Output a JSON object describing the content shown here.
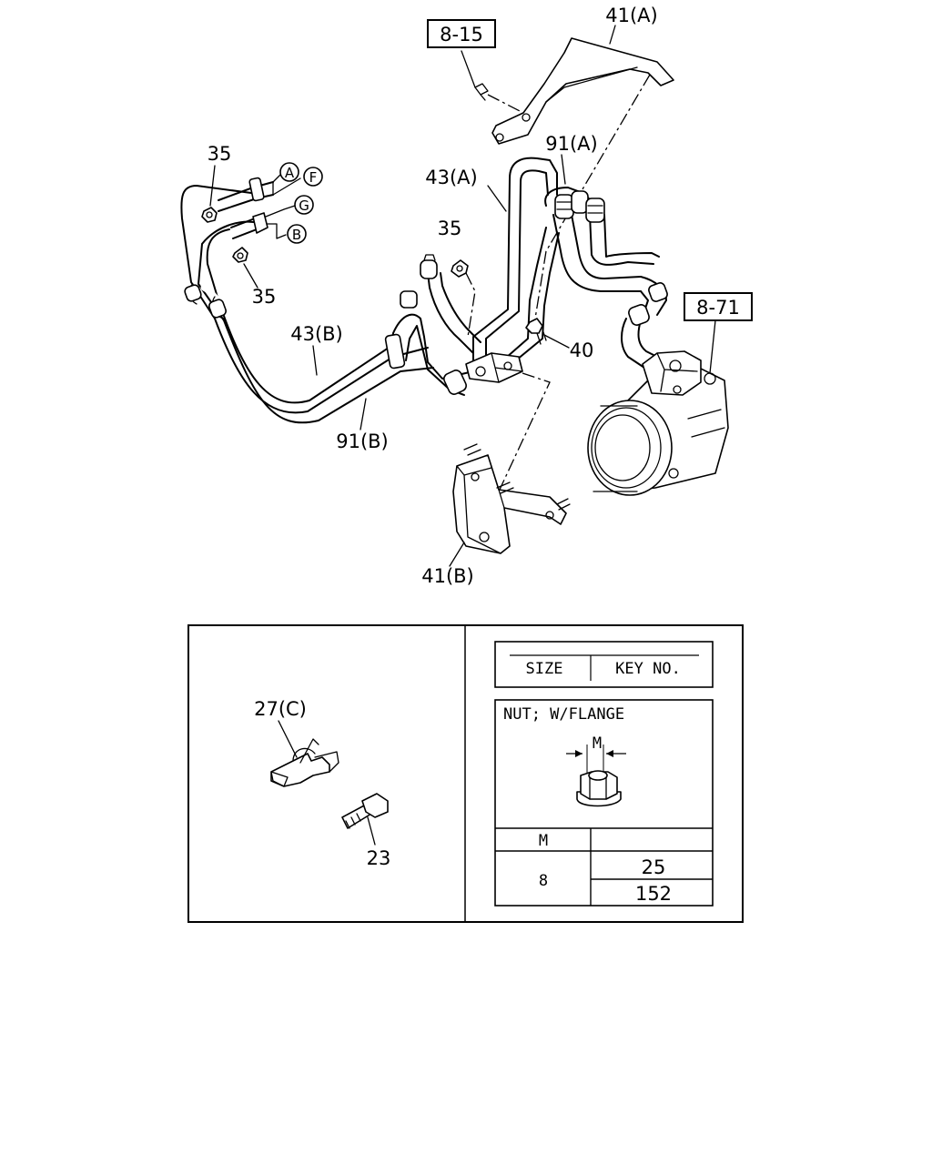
{
  "callouts": {
    "ref_8_15": "8-15",
    "ref_8_71": "8-71",
    "part_41a": "41(A)",
    "part_41b": "41(B)",
    "part_43a": "43(A)",
    "part_43b": "43(B)",
    "part_91a": "91(A)",
    "part_91b": "91(B)",
    "part_35_top": "35",
    "part_35_mid": "35",
    "part_35_low": "35",
    "part_40": "40",
    "part_27c": "27(C)",
    "part_23": "23"
  },
  "connectors": {
    "a": "A",
    "f": "F",
    "g": "G",
    "b": "B"
  },
  "key_table": {
    "size_header": "SIZE",
    "key_header": "KEY NO.",
    "part_name": "NUT; W/FLANGE",
    "dim_label": "M",
    "col_m_header": "M",
    "rows": [
      {
        "m": "8",
        "keys": [
          "25",
          "152"
        ]
      }
    ]
  }
}
